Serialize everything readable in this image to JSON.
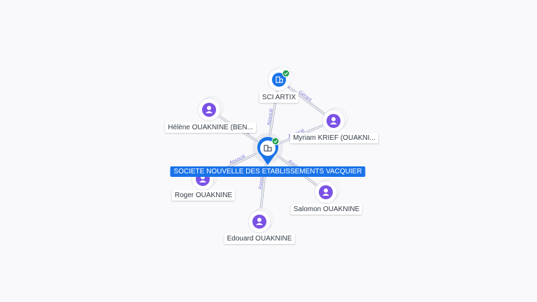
{
  "main_node": {
    "label": "SOCIETE NOUVELLE DES ETABLISSEMENTS VACQUIER",
    "icon": "building-icon",
    "verified": true,
    "color": "#1a73e8"
  },
  "company_nodes": [
    {
      "id": "sci-artix",
      "label": "SCI ARTIX",
      "icon": "building-icon",
      "verified": true
    }
  ],
  "person_nodes": [
    {
      "id": "helene",
      "label": "Hélène OUAKNINE (BEN..."
    },
    {
      "id": "myriam",
      "label": "Myriam KRIEF (OUAKNI..."
    },
    {
      "id": "roger",
      "label": "Roger OUAKNINE"
    },
    {
      "id": "salomon",
      "label": "Salomon OUAKNINE"
    },
    {
      "id": "edouard",
      "label": "Edouard OUAKNINE"
    }
  ],
  "edges": [
    {
      "from": "helene",
      "to": "main",
      "label": "Associé"
    },
    {
      "from": "roger",
      "to": "main",
      "label": "Associé"
    },
    {
      "from": "edouard",
      "to": "main",
      "label": "Associé"
    },
    {
      "from": "salomon",
      "to": "main",
      "label": "Associé"
    },
    {
      "from": "myriam",
      "to": "main",
      "label": "Associé"
    },
    {
      "from": "sci-artix",
      "to": "main",
      "label": "Associé"
    },
    {
      "from": "myriam",
      "to": "sci-artix",
      "label": "Gérant"
    }
  ],
  "colors": {
    "person": "#7b52e6",
    "company": "#1a73e8",
    "verified": "#1e9e4a",
    "edge": "#9aa0b5",
    "edge_label": "#7c7ad6"
  }
}
